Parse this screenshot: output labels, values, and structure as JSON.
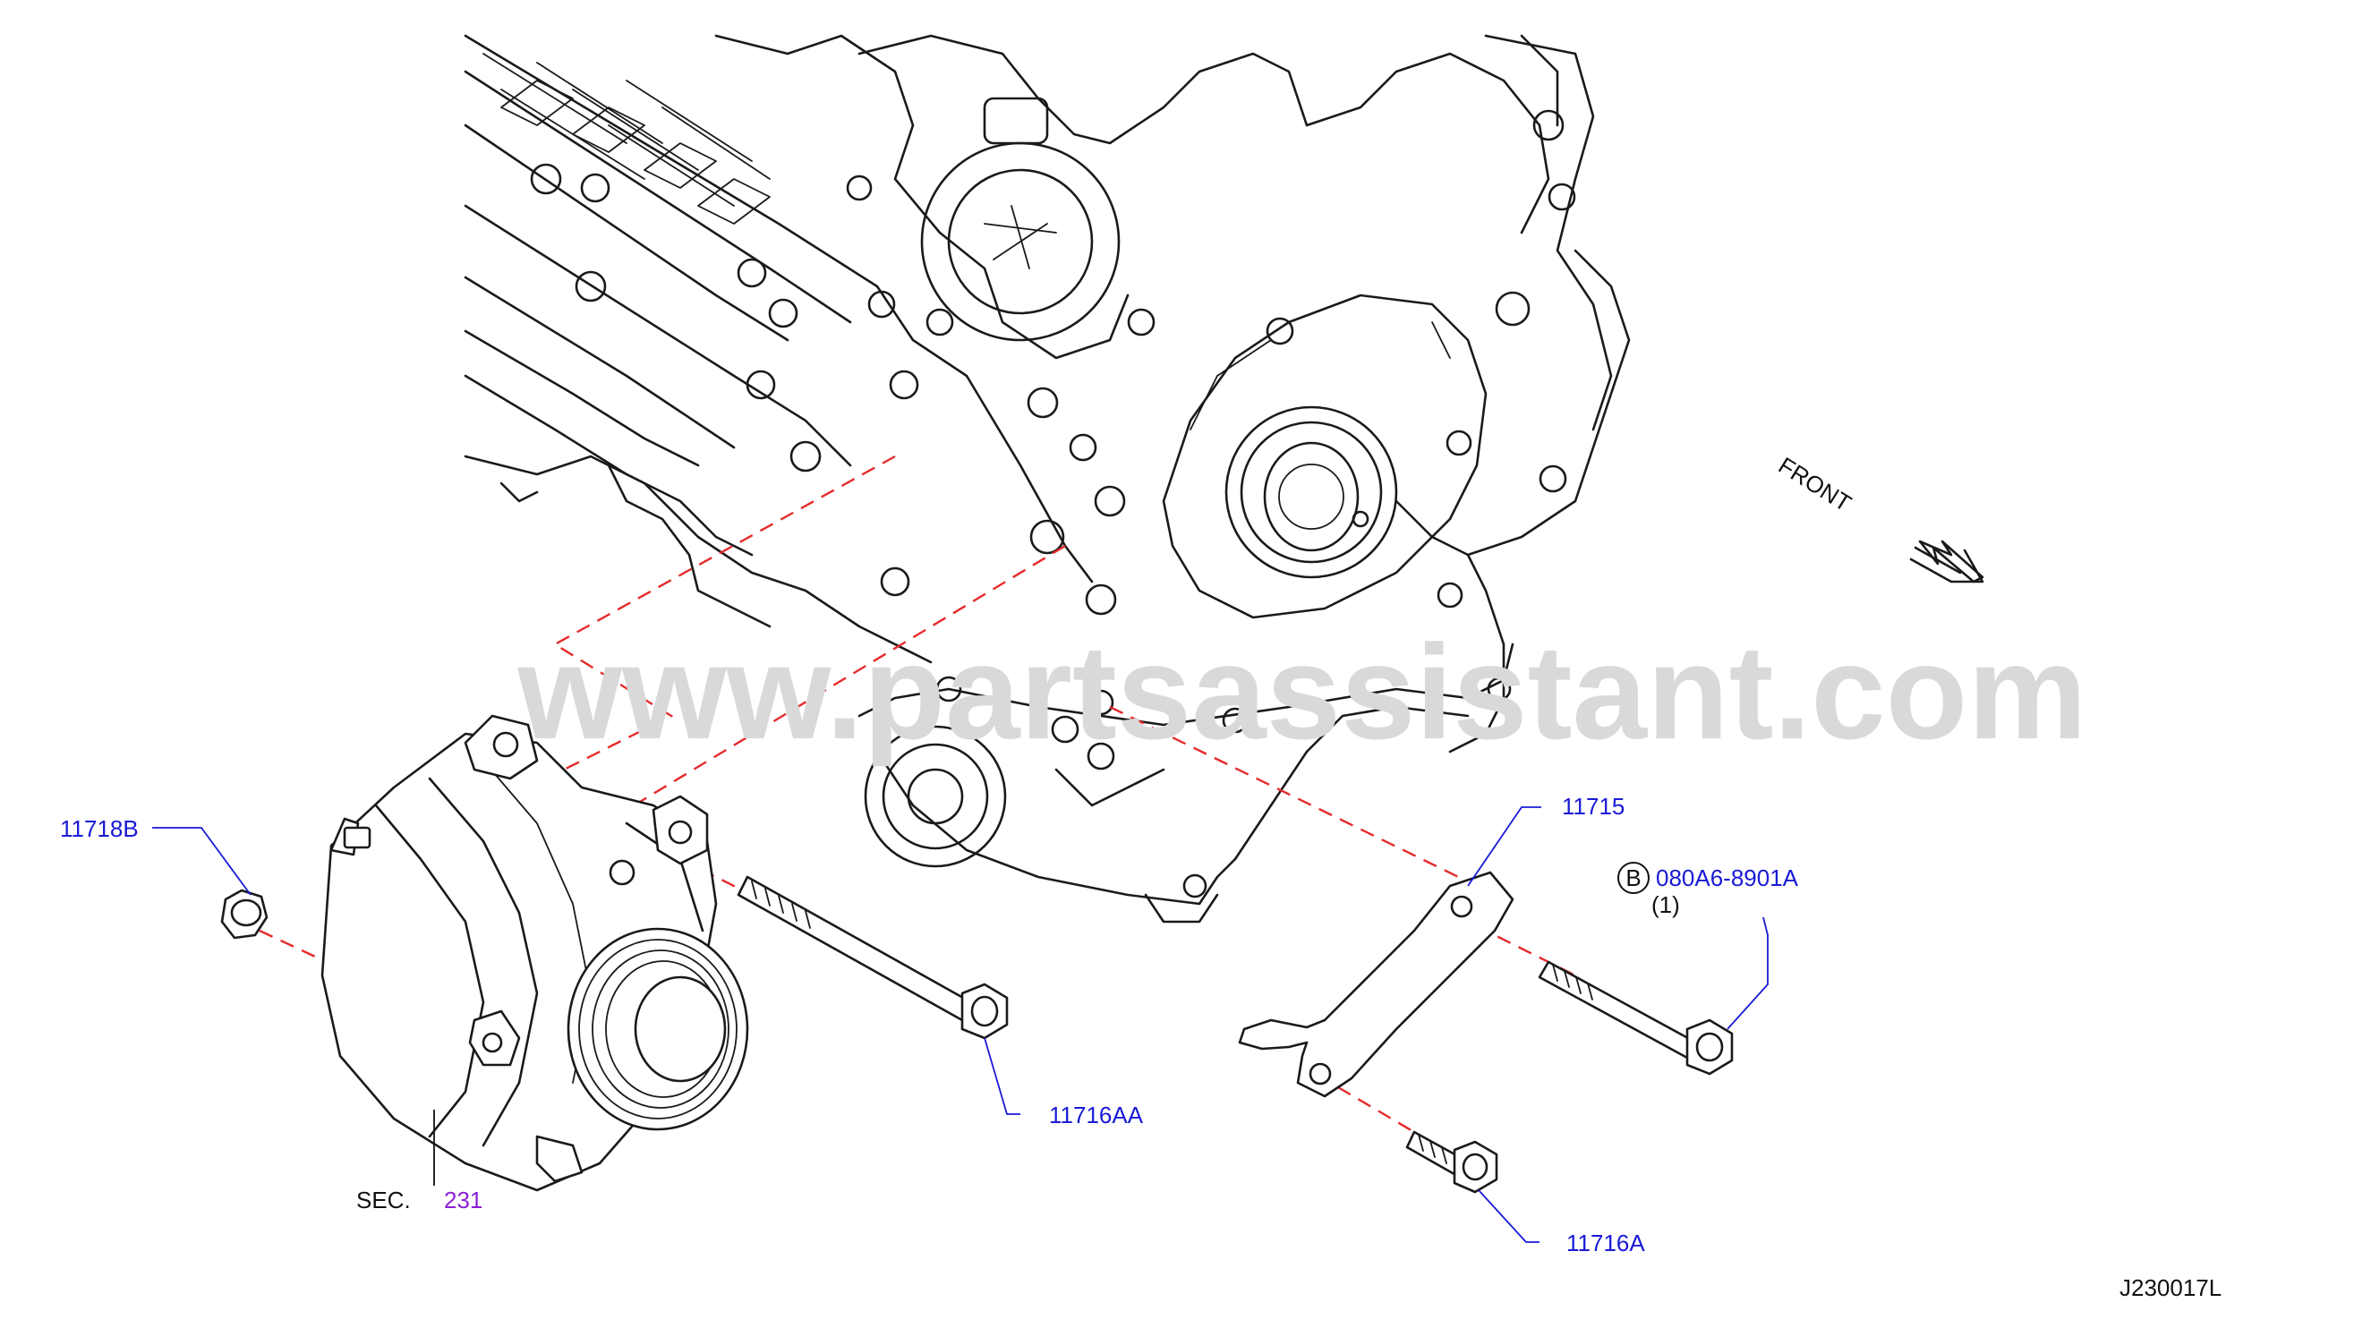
{
  "watermark": "www.partsassistant.com",
  "orientation": {
    "label": "FRONT",
    "icon": "front-arrow-icon"
  },
  "callouts": {
    "nut": "11718B",
    "bracket": "11715",
    "bolt_b_code": "080A6-8901A",
    "bolt_b_marker": "B",
    "bolt_b_qty": "(1)",
    "long_bolt": "11716AA",
    "short_bolt": "11716A",
    "section_prefix": "SEC.",
    "section_number": "231"
  },
  "figure_code": "J230017L",
  "colors": {
    "callout_text": "#1a1ad6",
    "section_link": "#8a1fd6",
    "assembly_line": "#e52b2b",
    "watermark": "#d9d9d9",
    "linework": "#1a1a1a"
  }
}
